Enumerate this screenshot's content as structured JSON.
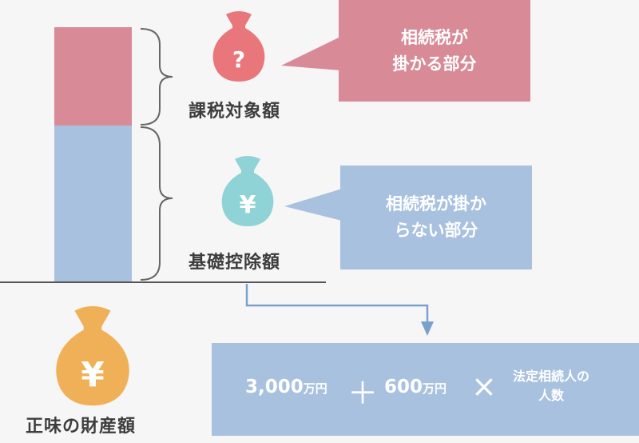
{
  "labels": {
    "taxable": "課税対象額",
    "deduction": "基礎控除額",
    "net_assets": "正味の財産額"
  },
  "callouts": {
    "taxed": "相続税が\n掛かる部分",
    "untaxed": "相続税が掛か\nらない部分"
  },
  "icons": {
    "taxed_bag": "?",
    "untaxed_bag": "¥",
    "assets_bag": "¥"
  },
  "formula": {
    "base_amount": "3,000",
    "base_unit": "万円",
    "plus": "＋",
    "per_amount": "600",
    "per_unit": "万円",
    "times": "×",
    "heirs_line1": "法定相続人の",
    "heirs_line2": "人数"
  },
  "colors": {
    "taxable": "#d88a96",
    "deduction": "#a8c1df",
    "untaxed_bag": "#8fd3d6",
    "assets_bag": "#f0b058"
  }
}
